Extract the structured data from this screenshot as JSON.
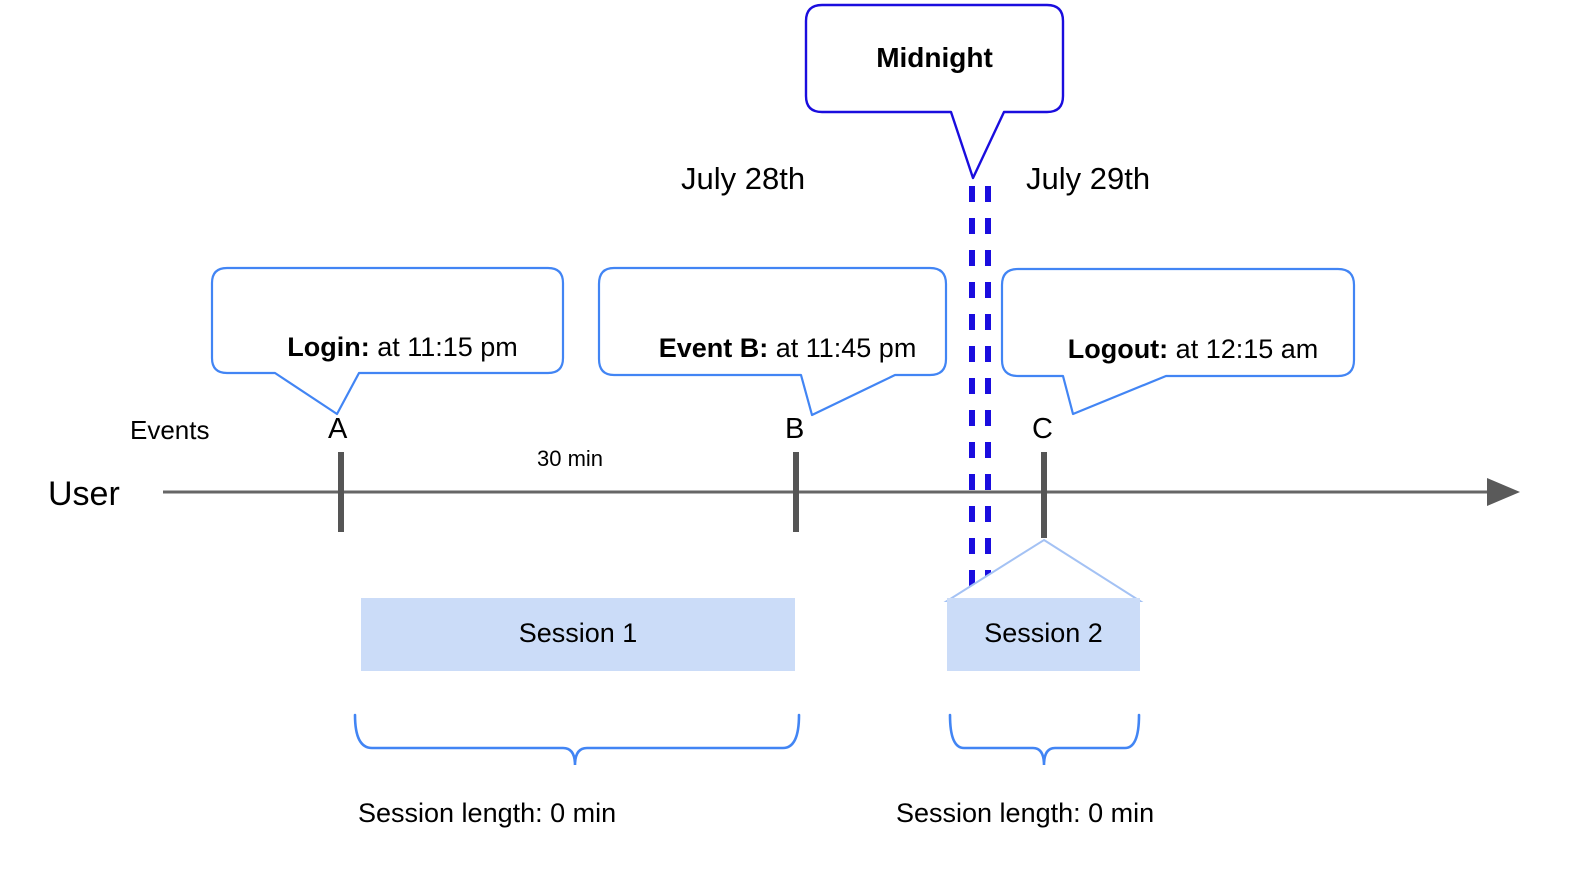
{
  "diagram": {
    "title": "User session timeline across midnight",
    "colors": {
      "callout_border": "#4285f4",
      "midnight_border": "#1a0dde",
      "midnight_dash": "#1a0dde",
      "axis": "#666666",
      "tick": "#555555",
      "session_fill": "#cbdcf8",
      "funnel_fill": "#ffffff",
      "funnel_stroke": "#a4c2f4",
      "brace": "#4285f4",
      "text": "#000000"
    },
    "lanes": {
      "user_label": "User",
      "events_label": "Events"
    },
    "dates": [
      {
        "name": "date-july-28",
        "label": "July 28th"
      },
      {
        "name": "date-july-29",
        "label": "July 29th"
      }
    ],
    "midnight": {
      "label": "Midnight"
    },
    "events": [
      {
        "id": "A",
        "letter": "A",
        "callout_bold": "Login:",
        "callout_rest": " at 11:15 pm"
      },
      {
        "id": "B",
        "letter": "B",
        "callout_bold": "Event B:",
        "callout_rest": " at 11:45 pm"
      },
      {
        "id": "C",
        "letter": "C",
        "callout_bold": "Logout:",
        "callout_rest": " at 12:15 am"
      }
    ],
    "interval": {
      "label": "30 min"
    },
    "sessions": [
      {
        "id": "session-1",
        "label": "Session 1",
        "length_label": "Session length: 0 min"
      },
      {
        "id": "session-2",
        "label": "Session 2",
        "length_label": "Session length: 0 min"
      }
    ]
  }
}
